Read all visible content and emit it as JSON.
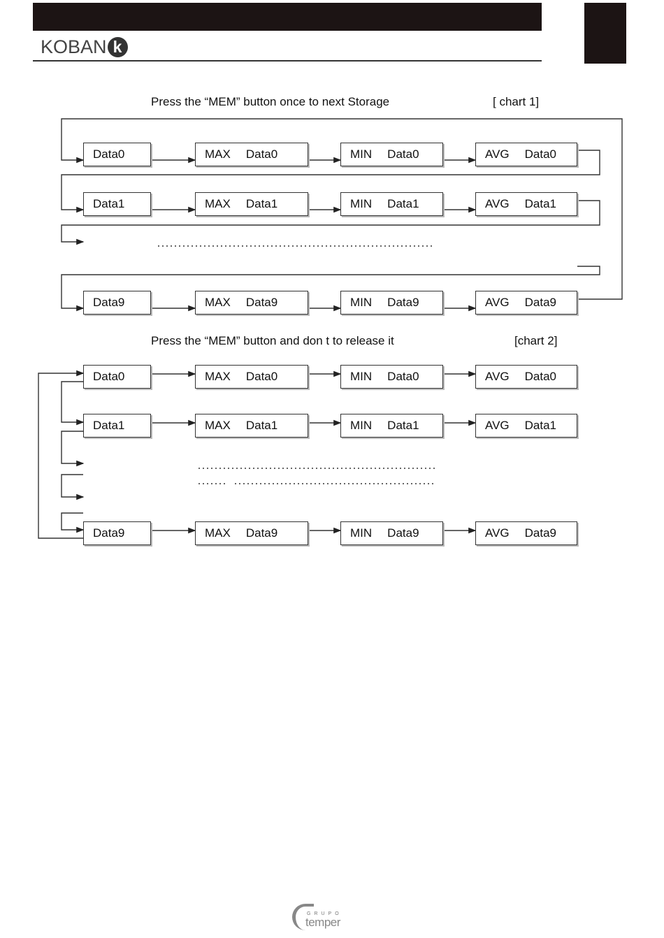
{
  "header": {
    "brand": "KOBAN",
    "brand_mark": "k"
  },
  "chart1": {
    "caption": "Press the “MEM” button once to next Storage",
    "tag": "[ chart  1]",
    "rows": [
      {
        "d": "Data0",
        "max_k": "MAX",
        "max_v": "Data0",
        "min_k": "MIN",
        "min_v": "Data0",
        "avg_k": "AVG",
        "avg_v": "Data0"
      },
      {
        "d": "Data1",
        "max_k": "MAX",
        "max_v": "Data1",
        "min_k": "MIN",
        "min_v": "Data1",
        "avg_k": "AVG",
        "avg_v": "Data1"
      },
      {
        "d": "Data9",
        "max_k": "MAX",
        "max_v": "Data9",
        "min_k": "MIN",
        "min_v": "Data9",
        "avg_k": "AVG",
        "avg_v": "Data9"
      }
    ]
  },
  "chart2": {
    "caption": "Press the “MEM” button and don t to release it",
    "tag": "[chart    2]",
    "rows": [
      {
        "d": "Data0",
        "max_k": "MAX",
        "max_v": "Data0",
        "min_k": "MIN",
        "min_v": "Data0",
        "avg_k": "AVG",
        "avg_v": "Data0"
      },
      {
        "d": "Data1",
        "max_k": "MAX",
        "max_v": "Data1",
        "min_k": "MIN",
        "min_v": "Data1",
        "avg_k": "AVG",
        "avg_v": "Data1"
      },
      {
        "d": "Data9",
        "max_k": "MAX",
        "max_v": "Data9",
        "min_k": "MIN",
        "min_v": "Data9",
        "avg_k": "AVG",
        "avg_v": "Data9"
      }
    ]
  },
  "footer": {
    "grupo": "GRUPO",
    "word": "temper"
  }
}
